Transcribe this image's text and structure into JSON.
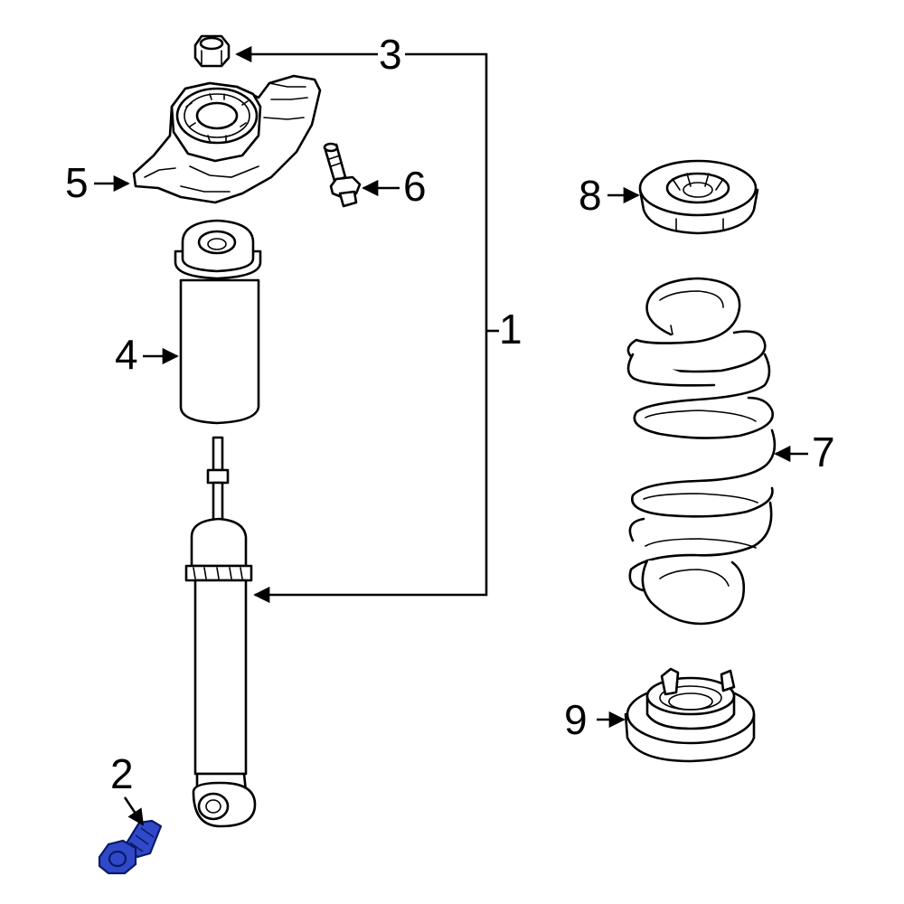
{
  "callouts": {
    "c1": "1",
    "c2": "2",
    "c3": "3",
    "c4": "4",
    "c5": "5",
    "c6": "6",
    "c7": "7",
    "c8": "8",
    "c9": "9"
  },
  "colors": {
    "line": "#000000",
    "background": "#ffffff",
    "highlight_fill": "#2f49c9",
    "highlight_stroke": "#0a1a66"
  },
  "highlighted_part": "2"
}
